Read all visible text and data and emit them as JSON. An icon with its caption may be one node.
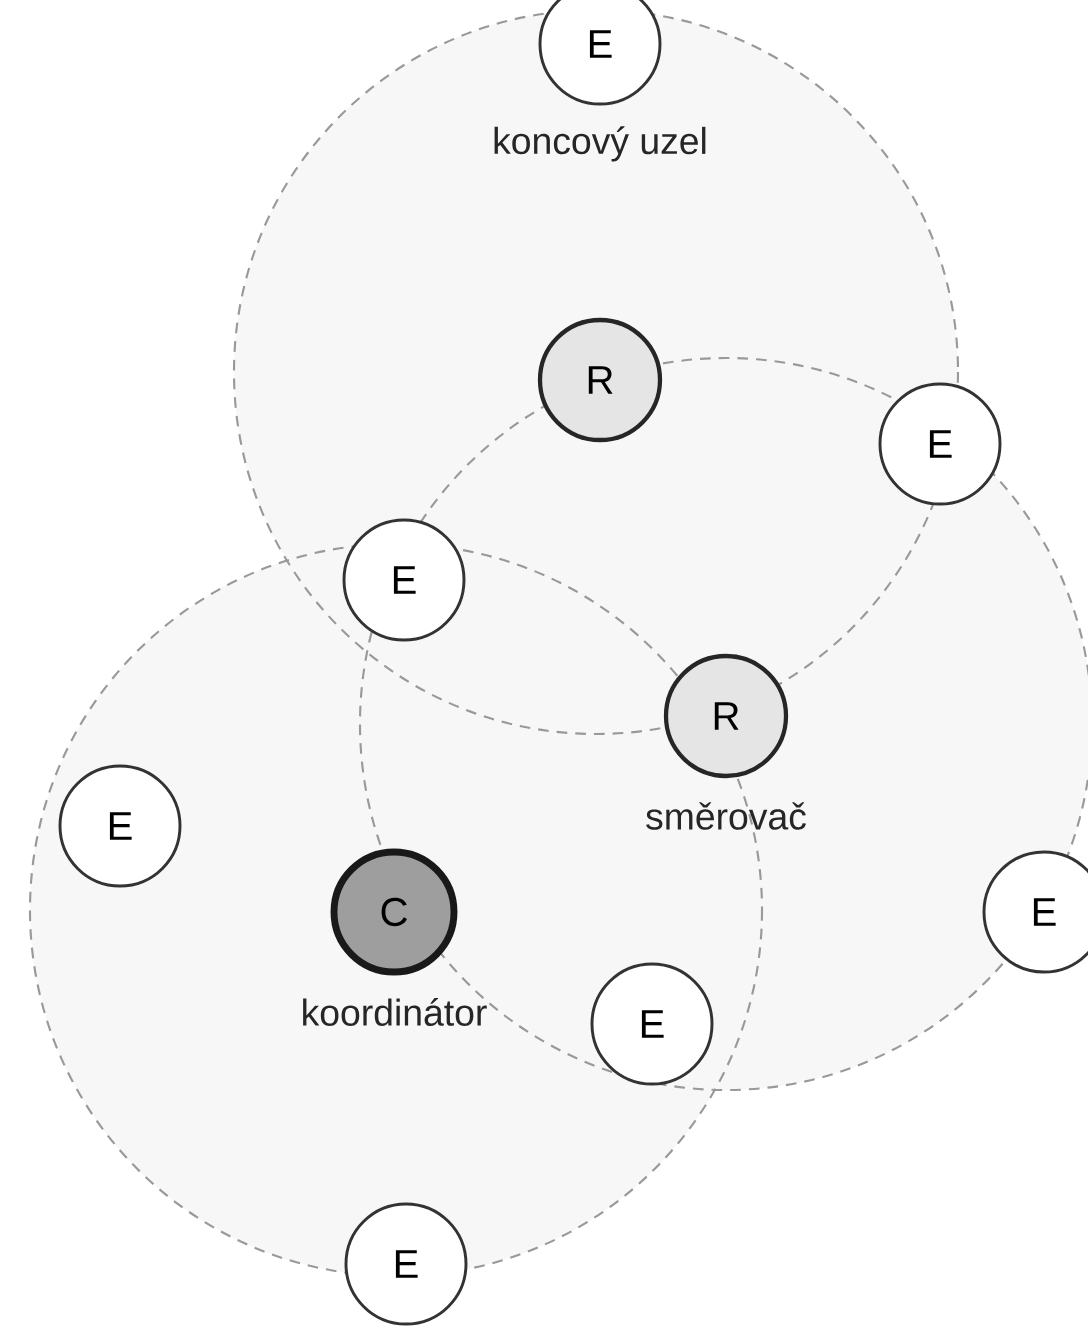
{
  "diagram": {
    "nodes": [
      {
        "text": [
          "E"
        ],
        "beside": [
          "koncový uzel"
        ]
      },
      {
        "text": [
          "R"
        ]
      },
      {
        "text": [
          "E"
        ]
      },
      {
        "text": [
          "E"
        ]
      },
      {
        "text": [
          "R"
        ],
        "beside": [
          "směrovač"
        ]
      },
      {
        "text": [
          "E"
        ]
      },
      {
        "text": [
          "C"
        ],
        "beside": [
          "koordinátor"
        ]
      },
      {
        "text": [
          "E"
        ]
      },
      {
        "text": [
          "E"
        ]
      },
      {
        "text": [
          "E"
        ]
      }
    ]
  }
}
